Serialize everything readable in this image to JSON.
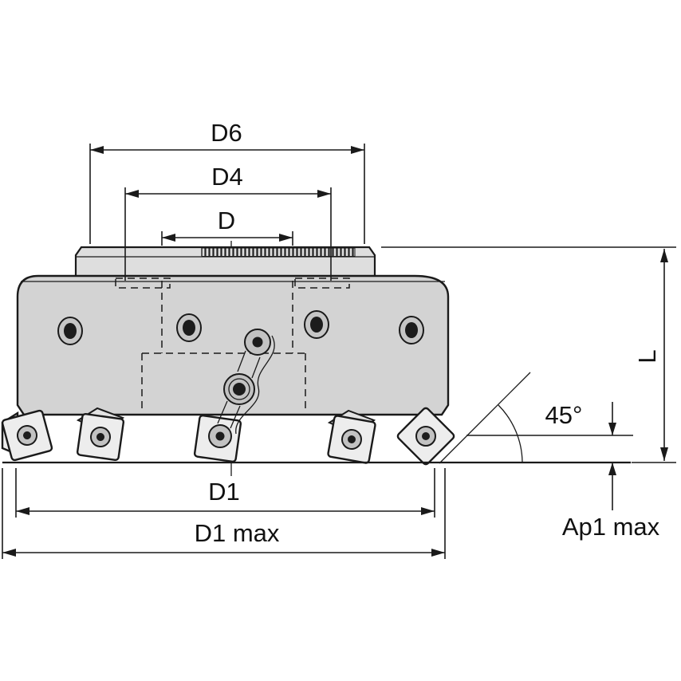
{
  "diagram": {
    "type": "technical-drawing",
    "subject": "45-degree face milling cutter, side elevation with dimension annotations",
    "labels": {
      "d6": "D6",
      "d4": "D4",
      "d": "D",
      "d1": "D1",
      "d1_max": "D1 max",
      "ap1_max": "Ap1 max",
      "length": "L",
      "angle": "45°"
    },
    "colors": {
      "line": "#1a1a1a",
      "body_fill": "#d3d3d3",
      "hub_fill": "#dedede",
      "insert_fill": "#ededed",
      "background": "#ffffff"
    }
  }
}
